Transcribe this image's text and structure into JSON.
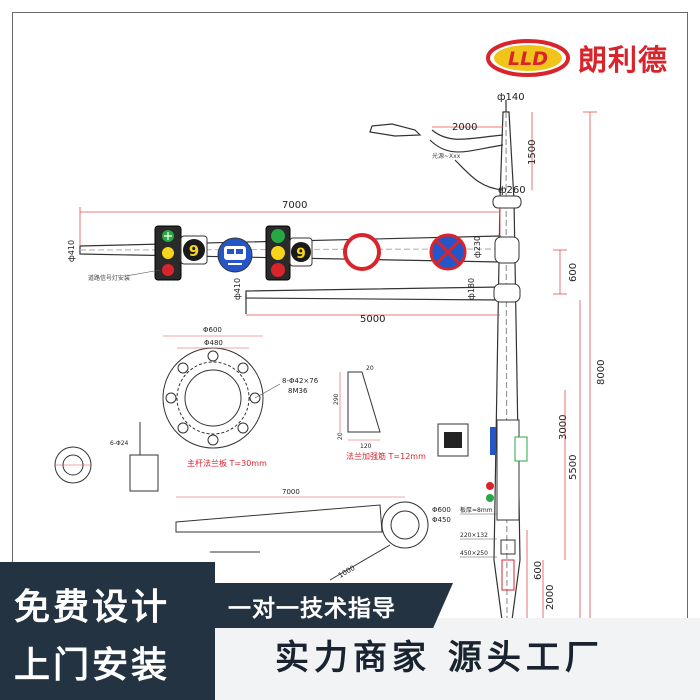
{
  "brand": {
    "name": "朗利德",
    "logo_text": "LLD",
    "color": "#d9242c"
  },
  "dims": {
    "top_dia": "ф140",
    "arm_top_len": "2000",
    "arm_top_height": "1500",
    "mid_dia": "ф260",
    "arm_main_len": "7000",
    "arm_main_dia_left": "ф410",
    "arm_main_dia_right": "ф230",
    "arm_main_gap": "600",
    "arm_low_dia_left": "ф410",
    "arm_low_dia_right": "ф180",
    "arm_low_len": "5000",
    "total_height": "8000",
    "h_3000": "3000",
    "h_5500": "5500",
    "h_600": "600",
    "h_2000": "2000",
    "flange_outer": "Φ600",
    "flange_inner": "Φ480",
    "flange_holes": "8-Φ42×76",
    "flange_bolt": "8M36",
    "flange_caption": "主杆法兰板 T=30mm",
    "rib_top": "20",
    "rib_side": "290",
    "rib_thick": "20",
    "rib_bottom": "120",
    "rib_caption": "法兰加强筋 T=12mm",
    "arm_detail_len": "7000",
    "arm_detail_dia1": "Φ600",
    "arm_detail_dia2": "Φ450",
    "small_detail": "6-Φ24",
    "small_len": "1000",
    "notes": [
      "板厚=8mm",
      "220×132",
      "450×250"
    ],
    "note_lamp": "光源~Xxx",
    "note_signal": "道路信号灯安装"
  },
  "banner": {
    "left_line1": "免费设计",
    "left_line2": "上门安装",
    "ribbon": "一对一技术指导",
    "bottom_right": "实力商家 源头工厂"
  },
  "colors": {
    "dark_navy": "#233342",
    "light_band": "#f2f3f5",
    "signal_red": "#d9242c",
    "signal_yellow": "#f7d51d",
    "signal_green": "#27a844",
    "sign_blue": "#2456c7",
    "dim_red": "#e05050"
  }
}
